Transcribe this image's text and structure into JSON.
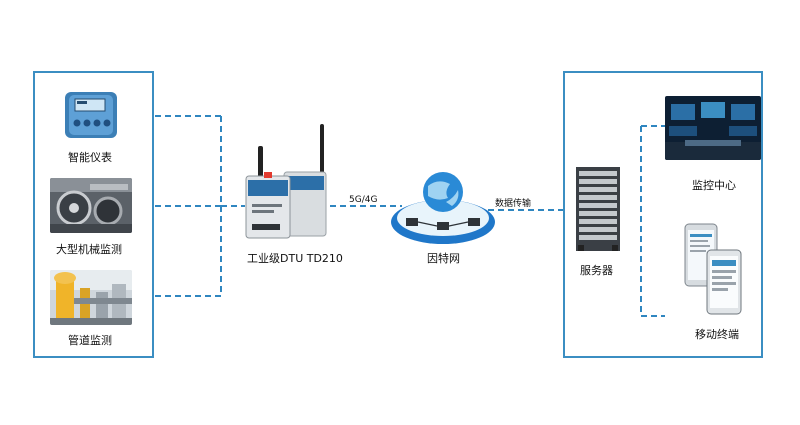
{
  "left_group": {
    "items": [
      {
        "label": "智能仪表",
        "icon": "smart-meter-icon"
      },
      {
        "label": "大型机械监测",
        "icon": "machinery-icon"
      },
      {
        "label": "管道监测",
        "icon": "pipeline-icon"
      }
    ]
  },
  "dtu": {
    "label": "工业级DTU TD210",
    "icon": "dtu-router-icon"
  },
  "link_left": {
    "label": "5G/4G"
  },
  "cloud": {
    "label": "因特网",
    "icon": "internet-cloud-icon"
  },
  "link_right": {
    "label": "数据传输"
  },
  "server": {
    "label": "服务器",
    "icon": "server-rack-icon"
  },
  "right_group": {
    "items": [
      {
        "label": "监控中心",
        "icon": "monitor-center-icon"
      },
      {
        "label": "移动终端",
        "icon": "mobile-phone-icon"
      }
    ]
  },
  "colors": {
    "accent": "#3b8ec2",
    "dash": "#2f86c0"
  }
}
